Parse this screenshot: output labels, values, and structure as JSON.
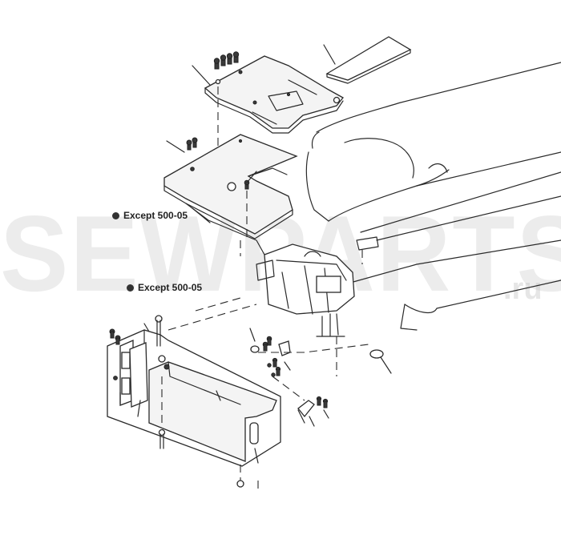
{
  "watermark": {
    "main": "SEWPARTS",
    "suffix": ".ru"
  },
  "notes": [
    {
      "text": "Except 500-05"
    },
    {
      "text": "Except 500-05"
    }
  ]
}
